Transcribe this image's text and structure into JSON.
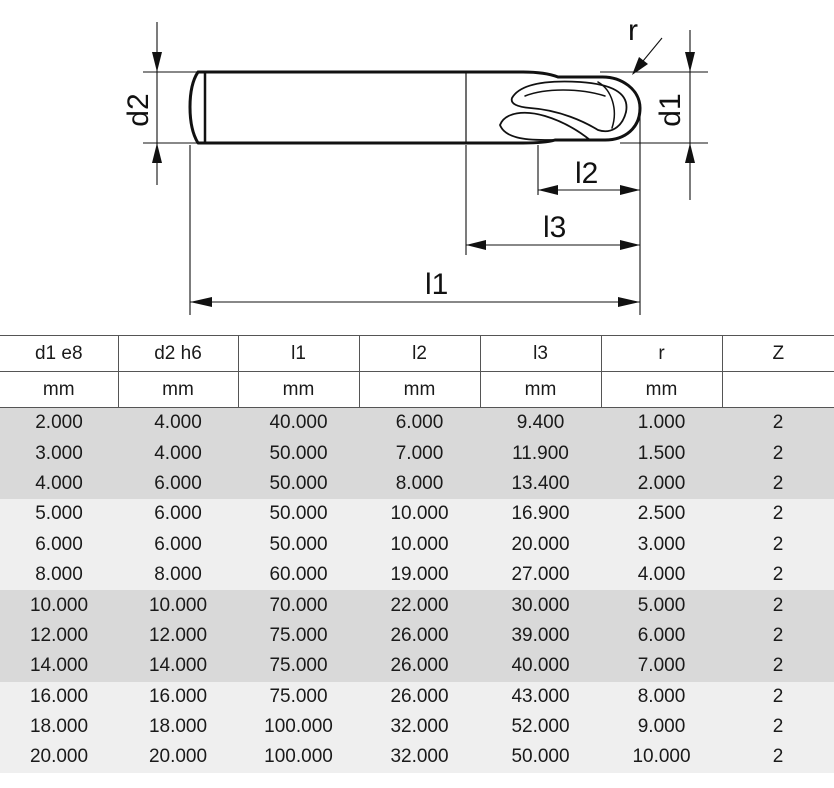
{
  "diagram": {
    "labels": {
      "d1": "d1",
      "d2": "d2",
      "l1": "l1",
      "l2": "l2",
      "l3": "l3",
      "r": "r"
    }
  },
  "table": {
    "headers": [
      "d1 e8",
      "d2 h6",
      "l1",
      "l2",
      "l3",
      "r",
      "Z"
    ],
    "units": [
      "mm",
      "mm",
      "mm",
      "mm",
      "mm",
      "mm",
      ""
    ],
    "rows": [
      [
        "2.000",
        "4.000",
        "40.000",
        "6.000",
        "9.400",
        "1.000",
        "2"
      ],
      [
        "3.000",
        "4.000",
        "50.000",
        "7.000",
        "11.900",
        "1.500",
        "2"
      ],
      [
        "4.000",
        "6.000",
        "50.000",
        "8.000",
        "13.400",
        "2.000",
        "2"
      ],
      [
        "5.000",
        "6.000",
        "50.000",
        "10.000",
        "16.900",
        "2.500",
        "2"
      ],
      [
        "6.000",
        "6.000",
        "50.000",
        "10.000",
        "20.000",
        "3.000",
        "2"
      ],
      [
        "8.000",
        "8.000",
        "60.000",
        "19.000",
        "27.000",
        "4.000",
        "2"
      ],
      [
        "10.000",
        "10.000",
        "70.000",
        "22.000",
        "30.000",
        "5.000",
        "2"
      ],
      [
        "12.000",
        "12.000",
        "75.000",
        "26.000",
        "39.000",
        "6.000",
        "2"
      ],
      [
        "14.000",
        "14.000",
        "75.000",
        "26.000",
        "40.000",
        "7.000",
        "2"
      ],
      [
        "16.000",
        "16.000",
        "75.000",
        "26.000",
        "43.000",
        "8.000",
        "2"
      ],
      [
        "18.000",
        "18.000",
        "100.000",
        "32.000",
        "52.000",
        "9.000",
        "2"
      ],
      [
        "20.000",
        "20.000",
        "100.000",
        "32.000",
        "50.000",
        "10.000",
        "2"
      ]
    ]
  },
  "colors": {
    "band_dark": "#d9d9d9",
    "band_light": "#efefef",
    "line": "#111111"
  }
}
